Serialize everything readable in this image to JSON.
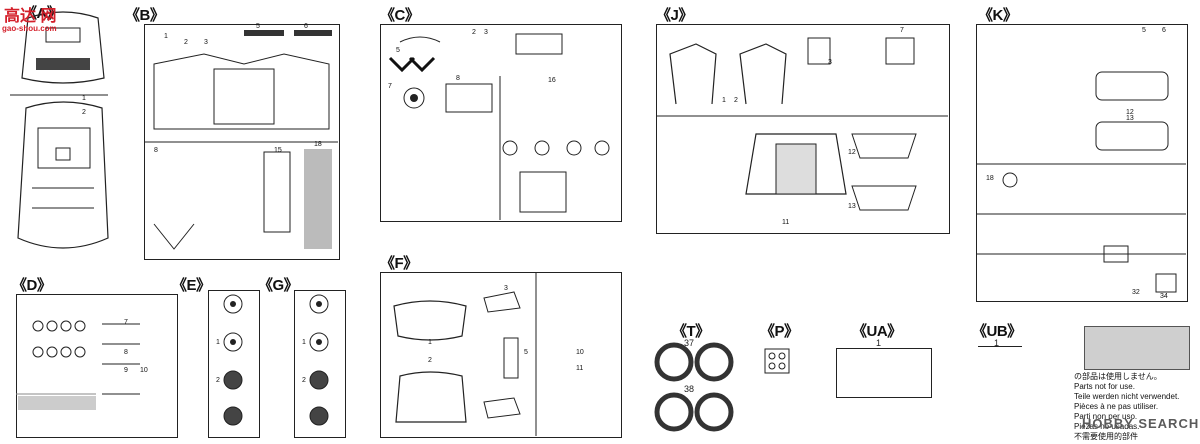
{
  "sheet": {
    "sprues": {
      "A": "《A》",
      "B": "《B》",
      "C": "《C》",
      "D": "《D》",
      "E": "《E》",
      "F": "《F》",
      "G": "《G》",
      "J": "《J》",
      "K": "《K》",
      "T": "《T》",
      "P": "《P》",
      "UA": "《UA》",
      "UB": "《UB》"
    },
    "ua_part": "1",
    "ub_part": "1",
    "t_parts": [
      "37",
      "38"
    ]
  },
  "not_for_use": {
    "lines": [
      "の部品は使用しません。",
      "Parts not for use.",
      "Teile werden nicht verwendet.",
      "Pièces à ne pas utiliser.",
      "Parti non per uso.",
      "Piezas no usadas.",
      "不需要使用的部件"
    ]
  },
  "watermark_top": {
    "line1": "高达 网",
    "line2": "gao-shou.com"
  },
  "watermark_bottom": {
    "text": "HOBBY SEARCH"
  },
  "colors": {
    "ink": "#111111",
    "panel_gray": "#cfcfcf",
    "wm_red": "#d41f2a",
    "wm_blue": "#1f4fa8"
  }
}
